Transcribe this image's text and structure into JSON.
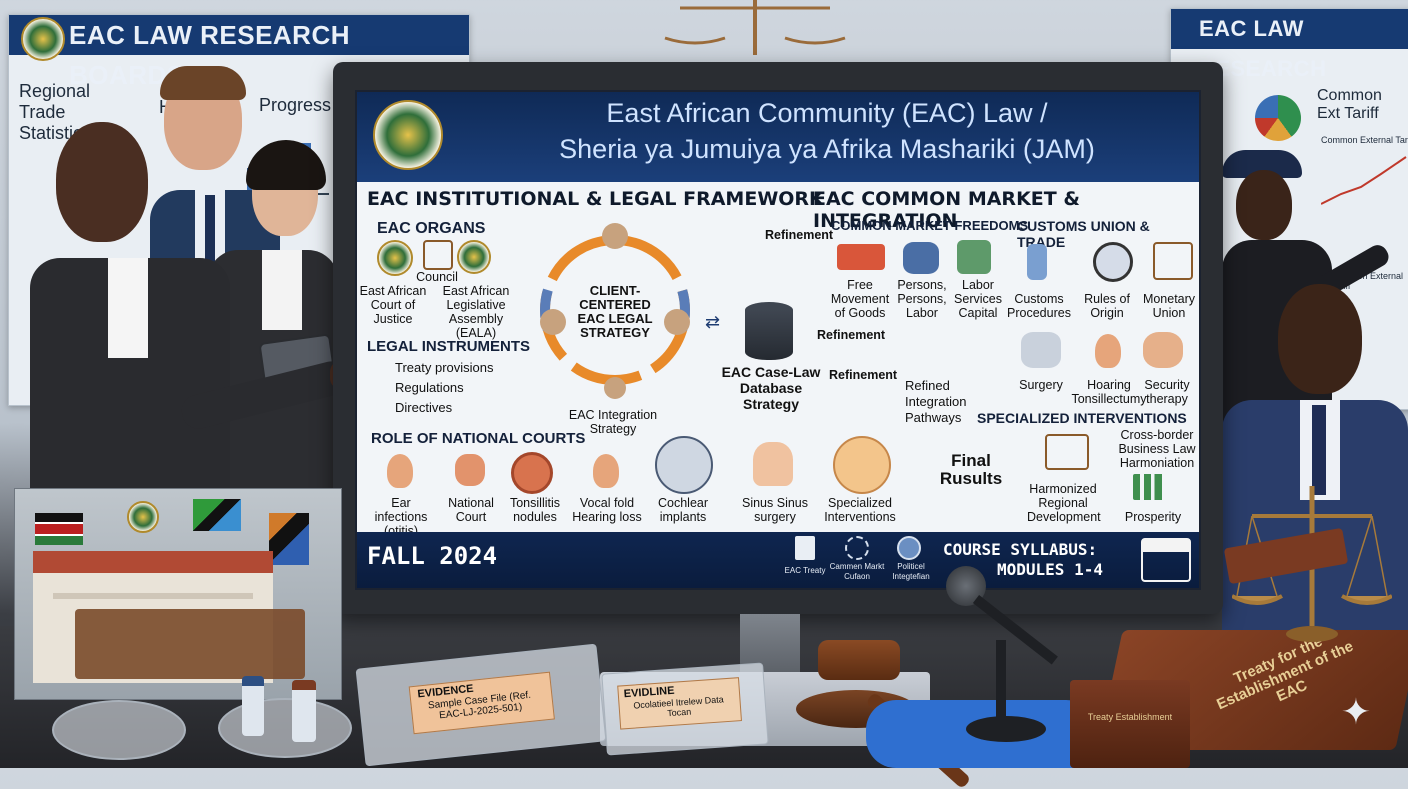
{
  "left_board": {
    "title": "EAC LAW RESEARCH BOARDS",
    "panel1": "Regional Trade Statistics",
    "panel2_partial": "H",
    "panel3": "Progress"
  },
  "right_board": {
    "title": "EAC LAW RESEARCH",
    "panel1": "Common Ext Tariff",
    "chart_label1": "Common External Tariff",
    "chart_label2": "Common External Tariff"
  },
  "screen": {
    "title_line1": "East African Community (EAC) Law /",
    "title_line2": "Sheria ya Jumuiya ya Afrika Mashariki (JAM)",
    "left_section": "EAC INSTITUTIONAL & LEGAL FRAMEWORK",
    "right_section": "EAC COMMON MARKET & INTEGRATION",
    "organs": {
      "title": "EAC ORGANS",
      "council": "Council",
      "court": "East African Court of Justice",
      "eala": "East African Legislative Assembly (EALA)"
    },
    "instruments": {
      "title": "LEGAL INSTRUMENTS",
      "items": [
        "Treaty provisions",
        "Regulations",
        "Directives"
      ]
    },
    "cycle": {
      "center": "CLIENT-CENTERED EAC LEGAL STRATEGY",
      "bottom": "EAC Integration Strategy"
    },
    "database": {
      "label": "EAC Case-Law Database Strategy"
    },
    "refinement_labels": [
      "Refinement",
      "Refinement",
      "Refinement"
    ],
    "national_courts": {
      "title": "ROLE OF NATIONAL COURTS",
      "items": [
        "Ear infections (otitis)",
        "National Court",
        "Tonsillitis nodules",
        "Vocal fold Hearing loss"
      ]
    },
    "db_outputs": [
      "Cochlear implants",
      "Sinus Sinus surgery",
      "Specialized Interventions"
    ],
    "freedoms": {
      "title": "COMMON MARKET FREEDOMS",
      "items": [
        "Free Movement of Goods",
        "Persons, Persons, Labor",
        "Labor Services Capital"
      ]
    },
    "customs": {
      "title": "CUSTOMS UNION & TRADE",
      "items": [
        "Customs Procedures",
        "Rules of Origin",
        "Monetary Union"
      ]
    },
    "row3": [
      "Surgery",
      "Hoaring Tonsillectumy",
      "Security therapy"
    ],
    "refined": "Refined Integration Pathways",
    "specialized": {
      "title": "SPECIALIZED INTERVENTIONS",
      "items": [
        "Cross-border Business Law Harmoniation",
        "Harmonized Regional Development",
        "Prosperity"
      ]
    },
    "final": "Final Rusults",
    "footer": {
      "term": "FALL 2024",
      "icons": [
        "EAC Treaty",
        "Cammen Markt Cufaon",
        "Politicel Integtefian"
      ],
      "syllabus_line1": "COURSE SYLLABUS:",
      "syllabus_line2": "MODULES 1-4"
    }
  },
  "desk_items": {
    "evidence1_tag": "EVIDENCE",
    "evidence1_text": "Sample Case File (Ref. EAC-LJ-2025-501)",
    "evidence2_tag": "EVIDLINE",
    "evidence2_text": "Ocolatieel Itrelew Data Tocan",
    "book_title": "Treaty for the Establishment of the EAC",
    "book_spine": "Treaty Establishment"
  },
  "colors": {
    "screen_header": "#163a72",
    "board_header": "#163a72",
    "accent_orange": "#e88a2a",
    "book": "#7a3a22",
    "glove": "#2f6fd0"
  }
}
